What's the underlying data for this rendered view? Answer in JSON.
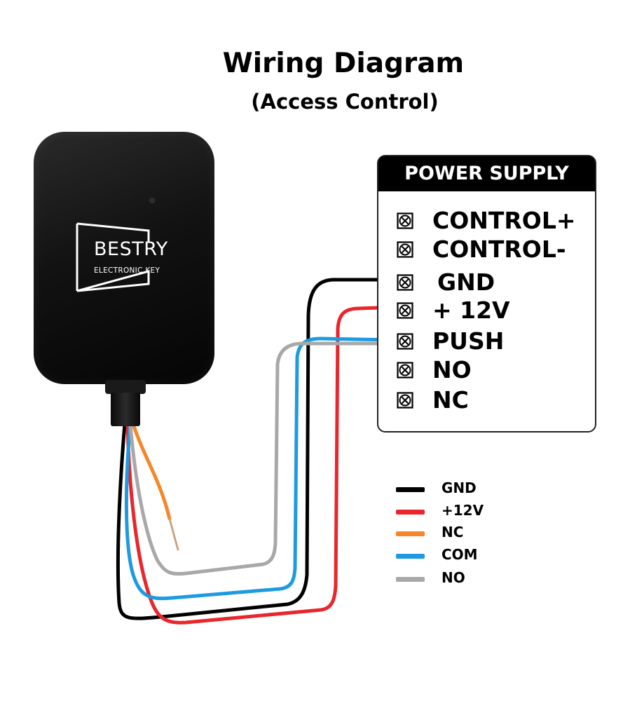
{
  "title": "Wiring Diagram",
  "subtitle": "(Access Control)",
  "device": {
    "brand": "BESTRY",
    "subtitle": "ELECTRONIC KEY"
  },
  "power_supply": {
    "title": "POWER SUPPLY",
    "terminals": [
      "CONTROL+",
      "CONTROL-",
      "GND",
      "+ 12V",
      "PUSH",
      "NO",
      "NC"
    ]
  },
  "legend": [
    {
      "label": "GND",
      "color": "#000000"
    },
    {
      "label": "+12V",
      "color": "#e8262b"
    },
    {
      "label": "NC",
      "color": "#f5872a"
    },
    {
      "label": "COM",
      "color": "#1e9be0"
    },
    {
      "label": "NO",
      "color": "#a8a8a8"
    }
  ]
}
